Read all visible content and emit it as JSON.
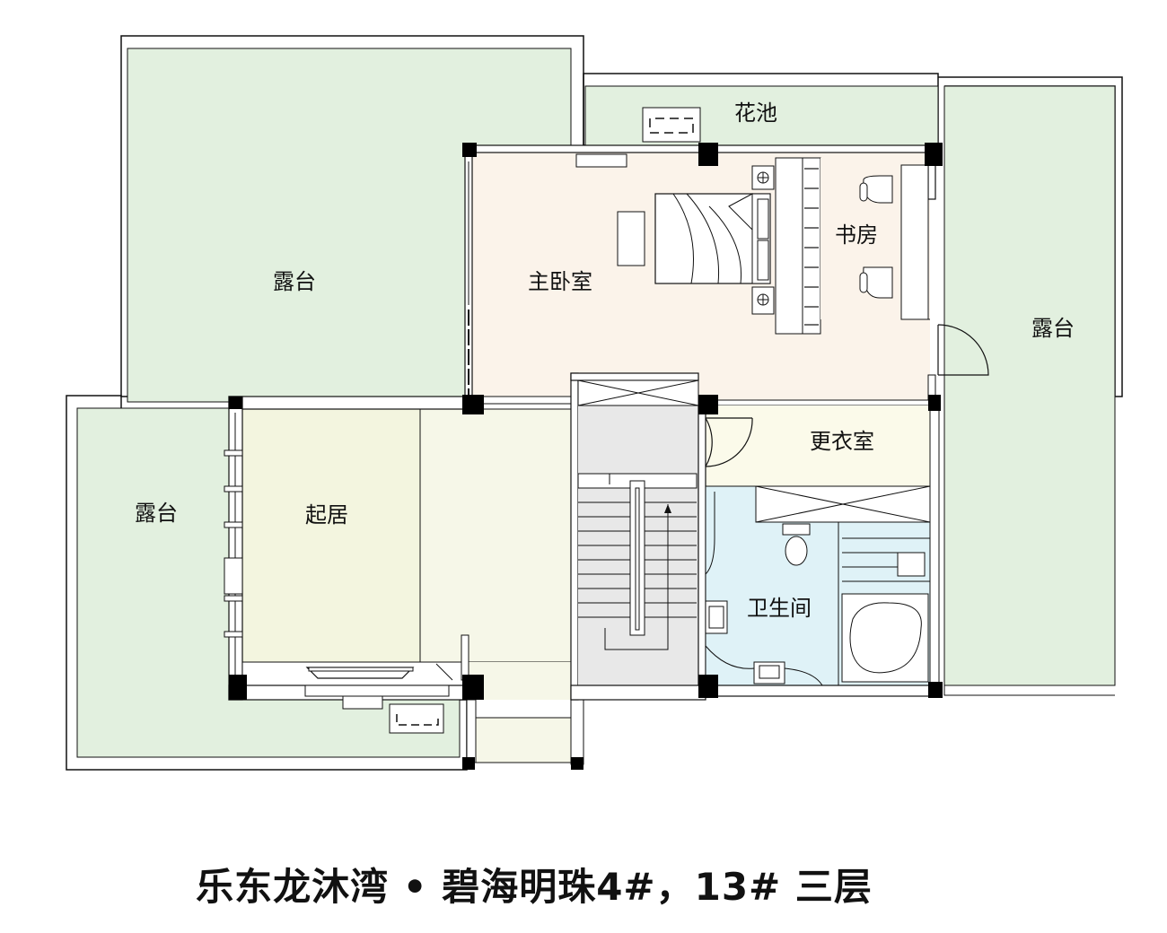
{
  "rooms": {
    "terrace_top_left": "露台",
    "flower_bed": "花池",
    "master_bedroom": "主卧室",
    "study": "书房",
    "terrace_right": "露台",
    "terrace_left": "露台",
    "living": "起居",
    "dressing_room": "更衣室",
    "bathroom": "卫生间"
  },
  "caption": "乐东龙沐湾 • 碧海明珠4#，13# 三层",
  "colors": {
    "terrace": "#e2f0df",
    "bedroom": "#fbf3ea",
    "living": "#f3f5df",
    "living_right": "#f6f7e8",
    "dressing": "#fbfaea",
    "bathroom": "#dff2f7",
    "stair": "#e8e8e8",
    "wall": "#111111",
    "column": "#000000"
  }
}
